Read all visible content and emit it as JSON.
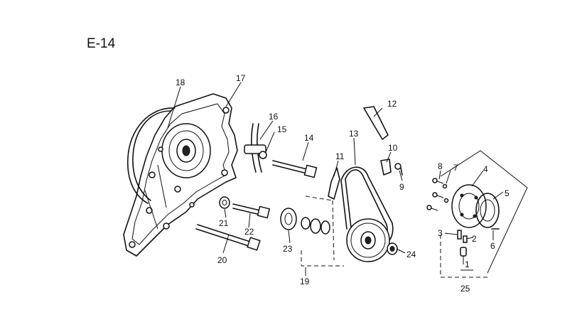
{
  "title": "E-14",
  "callouts": [
    {
      "id": "c1",
      "text": "1"
    },
    {
      "id": "c2",
      "text": "2"
    },
    {
      "id": "c3",
      "text": "3"
    },
    {
      "id": "c4",
      "text": "4"
    },
    {
      "id": "c5",
      "text": "5"
    },
    {
      "id": "c6",
      "text": "6"
    },
    {
      "id": "c7",
      "text": "7"
    },
    {
      "id": "c8",
      "text": "8"
    },
    {
      "id": "c9",
      "text": "9"
    },
    {
      "id": "c10",
      "text": "10"
    },
    {
      "id": "c11",
      "text": "11"
    },
    {
      "id": "c12",
      "text": "12"
    },
    {
      "id": "c13",
      "text": "13"
    },
    {
      "id": "c14",
      "text": "14"
    },
    {
      "id": "c15",
      "text": "15"
    },
    {
      "id": "c16",
      "text": "16"
    },
    {
      "id": "c17",
      "text": "17"
    },
    {
      "id": "c18",
      "text": "18"
    },
    {
      "id": "c19",
      "text": "19"
    },
    {
      "id": "c20",
      "text": "20"
    },
    {
      "id": "c21",
      "text": "21"
    },
    {
      "id": "c22",
      "text": "22"
    },
    {
      "id": "c23",
      "text": "23"
    },
    {
      "id": "c24",
      "text": "24"
    },
    {
      "id": "c25",
      "text": "25"
    }
  ]
}
